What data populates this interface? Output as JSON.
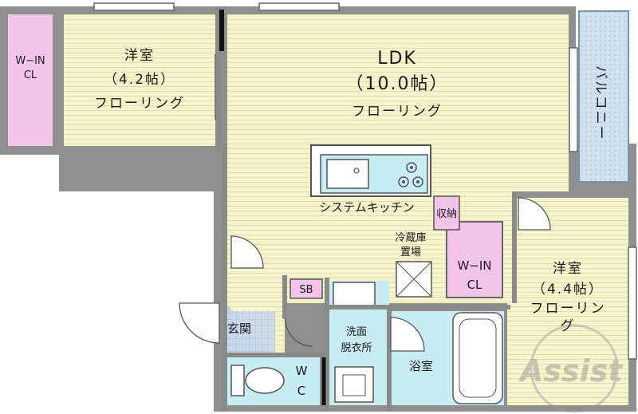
{
  "rooms": {
    "western_room_1": {
      "name": "洋室",
      "size": "（4.2帖）",
      "floor": "フローリング"
    },
    "ldk": {
      "name": "LDK",
      "size": "（10.0帖）",
      "floor": "フローリング"
    },
    "western_room_2": {
      "name": "洋室",
      "size": "（4.4帖）",
      "floor_line1": "フローリン",
      "floor_line2": "グ"
    },
    "walk_in_closet_1": {
      "line1": "W−IN",
      "line2": "CL"
    },
    "walk_in_closet_2": {
      "line1": "W−IN",
      "line2": "CL"
    },
    "balcony": "バルコニー",
    "kitchen": "システムキッチン",
    "storage": "収納",
    "fridge_space": {
      "line1": "冷蔵庫",
      "line2": "置場"
    },
    "shoe_box": "SB",
    "entrance": "玄関",
    "washroom": {
      "line1": "洗面",
      "line2": "脱衣所"
    },
    "bathroom": "浴室",
    "toilet": {
      "line1": "W",
      "line2": "C"
    }
  },
  "watermark": "Assist",
  "colors": {
    "room_floor": "#f6f3cf",
    "floor_lines": "#dcd69a",
    "closet": "#f3c4ea",
    "balcony": "#cfe0ee",
    "wet_area": "#c9ecf4",
    "entrance_tile": "#c9d8ec",
    "wall": "#8a8a8a",
    "wall_dark": "#222222"
  }
}
